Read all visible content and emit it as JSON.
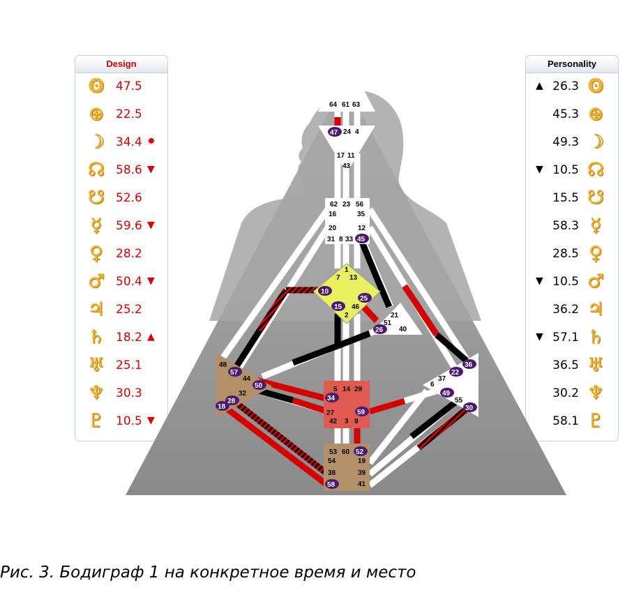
{
  "design": {
    "title": "Design",
    "rows": [
      {
        "icon": "sun-icon",
        "glyph": "ʘ",
        "value": "47.5",
        "mark": ""
      },
      {
        "icon": "earth-icon",
        "glyph": "⊕",
        "value": "22.5",
        "mark": ""
      },
      {
        "icon": "moon-icon",
        "glyph": "☽",
        "value": "34.4",
        "mark": "✸"
      },
      {
        "icon": "north-node-icon",
        "glyph": "☊",
        "value": "58.6",
        "mark": "▼"
      },
      {
        "icon": "south-node-icon",
        "glyph": "☋",
        "value": "52.6",
        "mark": ""
      },
      {
        "icon": "mercury-icon",
        "glyph": "☿",
        "value": "59.6",
        "mark": "▼"
      },
      {
        "icon": "venus-icon",
        "glyph": "♀",
        "value": "28.2",
        "mark": ""
      },
      {
        "icon": "mars-icon",
        "glyph": "♂",
        "value": "50.4",
        "mark": "▼"
      },
      {
        "icon": "jupiter-icon",
        "glyph": "♃",
        "value": "25.2",
        "mark": ""
      },
      {
        "icon": "saturn-icon",
        "glyph": "♄",
        "value": "18.2",
        "mark": "▲"
      },
      {
        "icon": "uranus-icon",
        "glyph": "♅",
        "value": "25.1",
        "mark": ""
      },
      {
        "icon": "neptune-icon",
        "glyph": "♆",
        "value": "30.3",
        "mark": ""
      },
      {
        "icon": "pluto-icon",
        "glyph": "♇",
        "value": "10.5",
        "mark": "▼"
      }
    ]
  },
  "personality": {
    "title": "Personality",
    "rows": [
      {
        "icon": "sun-icon",
        "glyph": "ʘ",
        "value": "26.3",
        "mark": "▲"
      },
      {
        "icon": "earth-icon",
        "glyph": "⊕",
        "value": "45.3",
        "mark": ""
      },
      {
        "icon": "moon-icon",
        "glyph": "☽",
        "value": "49.3",
        "mark": ""
      },
      {
        "icon": "north-node-icon",
        "glyph": "☊",
        "value": "10.5",
        "mark": "▼"
      },
      {
        "icon": "south-node-icon",
        "glyph": "☋",
        "value": "15.5",
        "mark": ""
      },
      {
        "icon": "mercury-icon",
        "glyph": "☿",
        "value": "58.3",
        "mark": ""
      },
      {
        "icon": "venus-icon",
        "glyph": "♀",
        "value": "28.5",
        "mark": ""
      },
      {
        "icon": "mars-icon",
        "glyph": "♂",
        "value": "10.5",
        "mark": "▼"
      },
      {
        "icon": "jupiter-icon",
        "glyph": "♃",
        "value": "36.2",
        "mark": ""
      },
      {
        "icon": "saturn-icon",
        "glyph": "♄",
        "value": "57.1",
        "mark": "▼"
      },
      {
        "icon": "uranus-icon",
        "glyph": "♅",
        "value": "36.5",
        "mark": ""
      },
      {
        "icon": "neptune-icon",
        "glyph": "♆",
        "value": "30.2",
        "mark": ""
      },
      {
        "icon": "pluto-icon",
        "glyph": "♇",
        "value": "58.1",
        "mark": ""
      }
    ]
  },
  "colors": {
    "design": "#d40000",
    "personality": "#000000",
    "gate_badge": "#4b1a70",
    "defined_g": "#e8f060",
    "defined_sacral": "#e05a50",
    "defined_root": "#b49068",
    "defined_spleen": "#b49068",
    "background_triangle": "#8c8c8c"
  },
  "bodygraph": {
    "head": [
      "64",
      "61",
      "63"
    ],
    "ajna": [
      "47",
      "24",
      "4",
      "17",
      "11",
      "43"
    ],
    "throat": [
      "62",
      "23",
      "56",
      "16",
      "35",
      "20",
      "12",
      "31",
      "8",
      "33",
      "45"
    ],
    "g": [
      "1",
      "7",
      "13",
      "10",
      "25",
      "15",
      "46",
      "2"
    ],
    "ego": [
      "21",
      "51",
      "26",
      "40"
    ],
    "spleen": [
      "48",
      "57",
      "44",
      "50",
      "32",
      "28",
      "18"
    ],
    "solar_plexus": [
      "36",
      "22",
      "6",
      "37",
      "49",
      "55",
      "30"
    ],
    "sacral": [
      "5",
      "14",
      "29",
      "34",
      "27",
      "59",
      "42",
      "3",
      "9"
    ],
    "root": [
      "53",
      "60",
      "52",
      "54",
      "19",
      "38",
      "39",
      "58",
      "41"
    ],
    "active_gates": [
      "47",
      "45",
      "10",
      "25",
      "15",
      "26",
      "57",
      "50",
      "28",
      "18",
      "34",
      "59",
      "52",
      "58",
      "36",
      "22",
      "49",
      "30"
    ]
  },
  "caption": "Рис. 3. Бодиграф 1 на конкретное время и место"
}
